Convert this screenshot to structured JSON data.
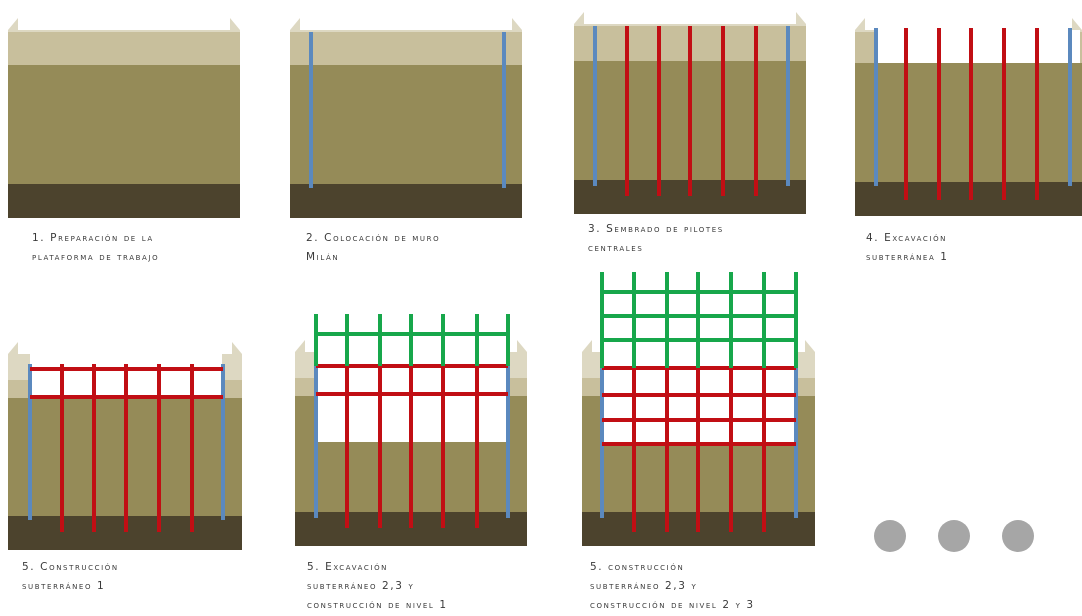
{
  "panels": [
    {
      "id": "p1",
      "caption": [
        "1. Preparación de la",
        "plataforma de trabajo"
      ]
    },
    {
      "id": "p2",
      "caption": [
        "2. Colocación de muro",
        "Milán"
      ]
    },
    {
      "id": "p3",
      "caption": [
        "3. Sembrado de pilotes",
        "centrales"
      ]
    },
    {
      "id": "p4",
      "caption": [
        "4. Excavación",
        "subterránea 1"
      ]
    },
    {
      "id": "p5",
      "caption": [
        "5. Construcción",
        "subterráneo 1"
      ]
    },
    {
      "id": "p6",
      "caption": [
        "5. Excavación",
        "subterráneo 2,3 y",
        "construcción de nivel 1"
      ]
    },
    {
      "id": "p7",
      "caption": [
        "5. construcción",
        "subterráneo 2,3 y",
        "construcción de nivel 2 y 3"
      ]
    }
  ],
  "colors": {
    "soil_light": "#ddd8c2",
    "soil_mid": "#c8bf9c",
    "soil": "#958b58",
    "soil_dark": "#4c432d",
    "wall": "#5b89be",
    "pile": "#c10e14",
    "upper": "#17a74b",
    "dot": "#a6a6a6"
  },
  "more_indicator": {
    "count": 3
  }
}
